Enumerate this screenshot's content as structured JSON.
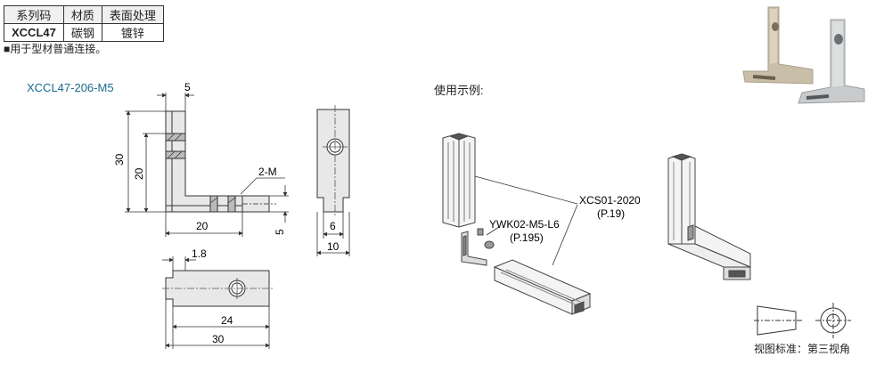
{
  "spec_table": {
    "headers": [
      "系列码",
      "材质",
      "表面处理"
    ],
    "row": [
      "XCCL47",
      "碳钢",
      "镀锌"
    ]
  },
  "note": "■用于型材普通连接。",
  "part_number": "XCCL47-206-M5",
  "usage_title": "使用示例:",
  "dimensions": {
    "d5_top": "5",
    "d30": "30",
    "d20_left": "20",
    "d2m": "2-M",
    "d20_bottom": "20",
    "d5_right": "5",
    "d6": "6",
    "d10": "10",
    "d1_8": "1.8",
    "d24": "24",
    "d30_bottom": "30"
  },
  "callouts": {
    "xcs_code": "XCS01-2020",
    "xcs_page": "(P.19)",
    "ywk_code": "YWK02-M5-L6",
    "ywk_page": "(P.195)"
  },
  "projection_note": "视图标准：第三视角",
  "colors": {
    "accent": "#1a6a8e",
    "line": "#333333",
    "part_fill": "#e8e8e8"
  }
}
